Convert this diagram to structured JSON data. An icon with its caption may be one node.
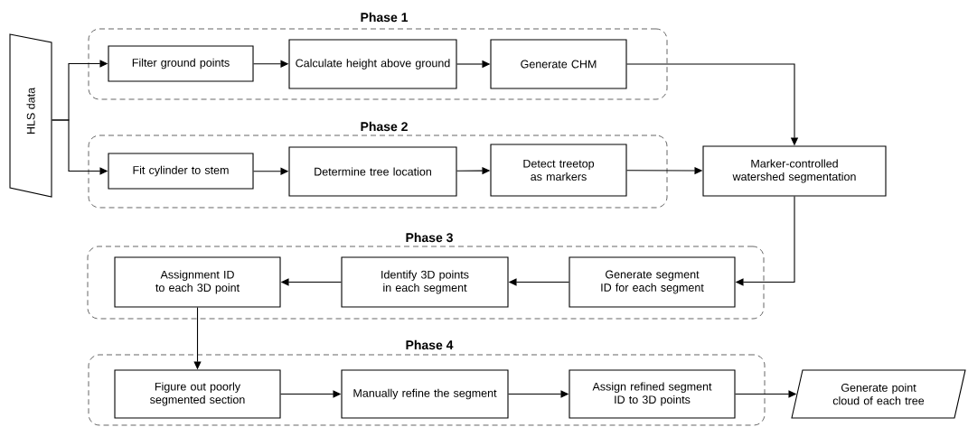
{
  "diagram": {
    "nodes": [
      {
        "text": [
          "HLS data"
        ]
      },
      {
        "text": [
          "Phase 1"
        ]
      },
      {
        "text": [
          "Filter ground points"
        ],
        "in": 1
      },
      {
        "text": [
          "Calculate height above ground"
        ],
        "in": 1
      },
      {
        "text": [
          "Generate CHM"
        ],
        "in": 1
      },
      {
        "text": [
          "Phase 2"
        ]
      },
      {
        "text": [
          "Fit cylinder to stem"
        ],
        "in": 5
      },
      {
        "text": [
          "Determine tree location"
        ],
        "in": 5
      },
      {
        "text": [
          "Detect treetop as markers"
        ],
        "in": 5
      },
      {
        "text": [
          "Marker-controlled watershed segmentation"
        ]
      },
      {
        "text": [
          "Phase 3"
        ]
      },
      {
        "text": [
          "Assignment ID to each 3D point"
        ],
        "in": 10
      },
      {
        "text": [
          "Identify 3D points in each segment"
        ],
        "in": 10
      },
      {
        "text": [
          "Generate segment ID for each segment"
        ],
        "in": 10
      },
      {
        "text": [
          "Phase 4"
        ]
      },
      {
        "text": [
          "Figure out poorly segmented section"
        ],
        "in": 14
      },
      {
        "text": [
          "Manually refine the segment"
        ],
        "in": 14
      },
      {
        "text": [
          "Assign refined segment ID to 3D points"
        ],
        "in": 14
      },
      {
        "text": [
          "Generate point cloud of each tree"
        ]
      }
    ],
    "edges": [
      {
        "from": 0,
        "to": 2,
        "arrow": "to"
      },
      {
        "from": 0,
        "to": 6,
        "arrow": "to"
      },
      {
        "from": 2,
        "to": 3,
        "arrow": "to"
      },
      {
        "from": 3,
        "to": 4,
        "arrow": "to"
      },
      {
        "from": 4,
        "to": 9,
        "arrow": "to"
      },
      {
        "from": 6,
        "to": 7,
        "arrow": "to"
      },
      {
        "from": 7,
        "to": 8,
        "arrow": "to"
      },
      {
        "from": 8,
        "to": 9,
        "arrow": "to"
      },
      {
        "from": 9,
        "to": 13,
        "arrow": "to"
      },
      {
        "from": 13,
        "to": 12,
        "arrow": "to"
      },
      {
        "from": 12,
        "to": 11,
        "arrow": "to"
      },
      {
        "from": 11,
        "to": 15,
        "arrow": "to"
      },
      {
        "from": 15,
        "to": 16,
        "arrow": "to"
      },
      {
        "from": 16,
        "to": 17,
        "arrow": "to"
      },
      {
        "from": 17,
        "to": 18,
        "arrow": "to"
      }
    ]
  }
}
